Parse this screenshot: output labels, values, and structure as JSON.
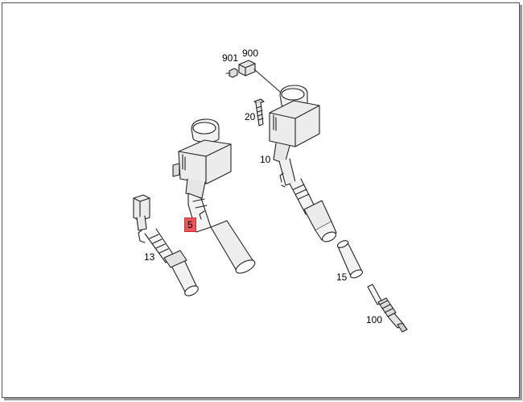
{
  "labels": {
    "p901": "901",
    "p900": "900",
    "p20": "20",
    "p10": "10",
    "p5": "5",
    "p13": "13",
    "p15": "15",
    "p100": "100"
  },
  "highlight_color": "#e8585a"
}
